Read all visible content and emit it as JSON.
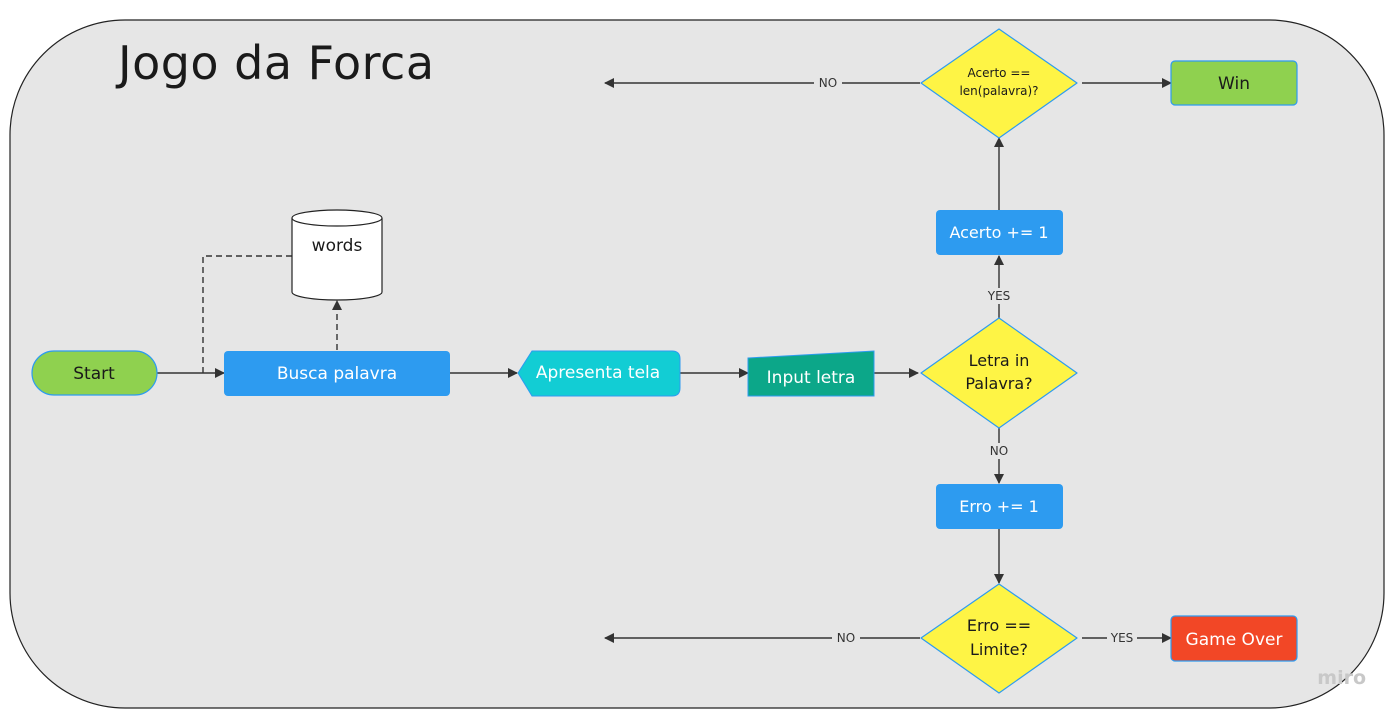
{
  "title": "Jogo da Forca",
  "watermark": "miro",
  "nodes": {
    "start": "Start",
    "busca": "Busca palavra",
    "words": "words",
    "apresenta": "Apresenta tela",
    "input": "Input letra",
    "letra_line1": "Letra in",
    "letra_line2": "Palavra?",
    "acerto_inc": "Acerto += 1",
    "acerto_check_line1": "Acerto ==",
    "acerto_check_line2": "len(palavra)?",
    "win": "Win",
    "erro_inc": "Erro += 1",
    "erro_check_line1": "Erro ==",
    "erro_check_line2": "Limite?",
    "game_over": "Game Over"
  },
  "edge_labels": {
    "letra_yes": "YES",
    "letra_no": "NO",
    "acerto_no": "NO",
    "erro_no": "NO",
    "erro_yes": "YES"
  },
  "colors": {
    "frame_fill": "#e6e6e6",
    "terminal_green": "#8fd14f",
    "process_blue": "#2d9bf0",
    "display_cyan": "#12cdd4",
    "input_teal": "#0ca789",
    "decision_yellow": "#fef445",
    "decision_border": "#2d9bf0",
    "game_over_red": "#f24726"
  }
}
